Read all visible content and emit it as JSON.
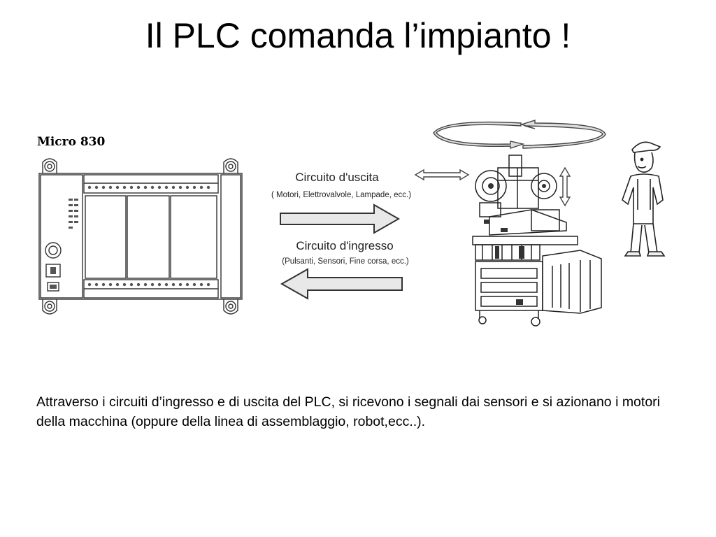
{
  "slide": {
    "title": "Il PLC comanda l’impianto !",
    "body": "Attraverso i circuiti d’ingresso e di uscita del PLC, si ricevono i segnali dai sensori e si azionano i motori della macchina (oppure della linea di assemblaggio, robot,ecc..)."
  },
  "diagram": {
    "plc_label": "Micro 830",
    "output_label": "Circuito d'uscita",
    "output_examples": "( Motori, Elettrovalvole, Lampade, ecc.)",
    "input_label": "Circuito d'ingresso",
    "input_examples": "(Pulsanti, Sensori, Fine corsa, ecc.)"
  },
  "icons": [
    "plc-device-icon",
    "output-arrow-icon",
    "input-arrow-icon",
    "machine-icon",
    "rotation-arrows-icon",
    "operator-icon"
  ]
}
